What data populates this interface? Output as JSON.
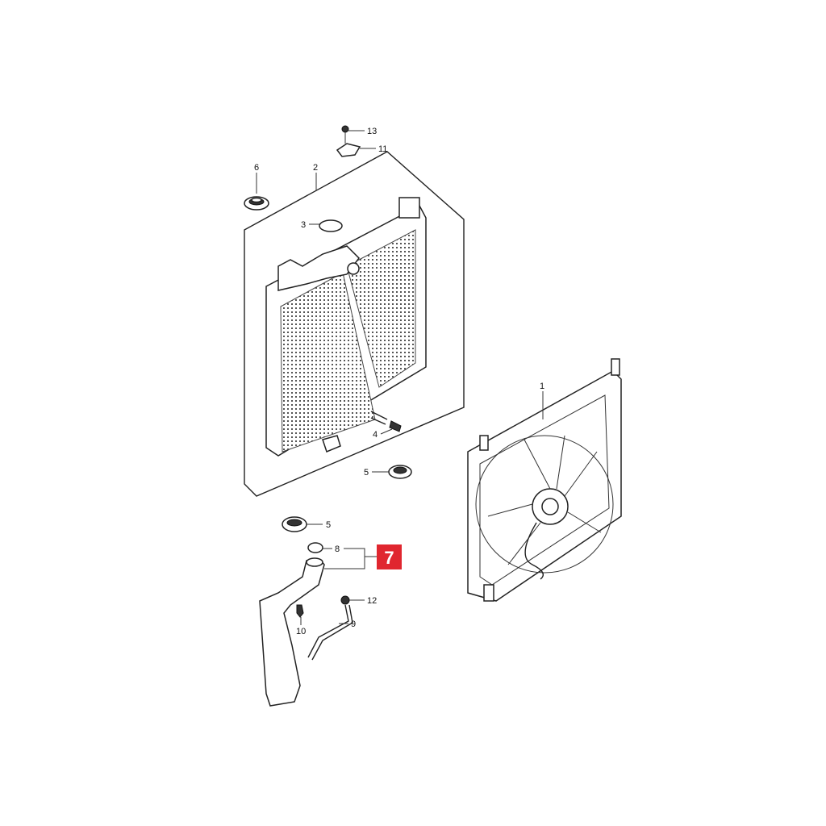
{
  "diagram": {
    "callouts": [
      {
        "number": "13"
      },
      {
        "number": "11"
      },
      {
        "number": "6"
      },
      {
        "number": "2"
      },
      {
        "number": "3"
      },
      {
        "number": "4"
      },
      {
        "number": "5"
      },
      {
        "number": "5"
      },
      {
        "number": "8"
      },
      {
        "number": "12"
      },
      {
        "number": "10"
      },
      {
        "number": "9"
      },
      {
        "number": "1"
      }
    ],
    "highlight": {
      "number": "7",
      "color": "#e0262f"
    }
  }
}
